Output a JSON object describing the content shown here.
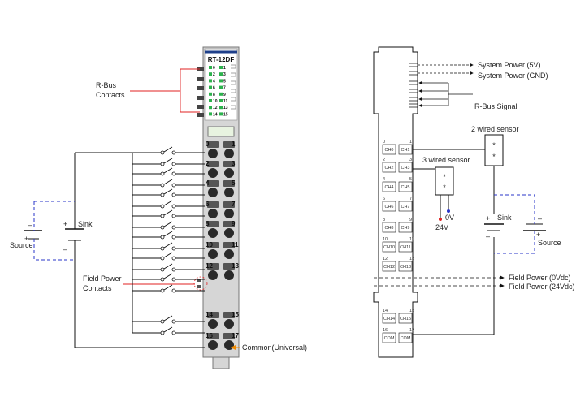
{
  "left": {
    "module_title": "RT-12DF",
    "led_labels": [
      "0",
      "1",
      "2",
      "3",
      "4",
      "5",
      "6",
      "7",
      "8",
      "9",
      "10",
      "11",
      "12",
      "13",
      "14",
      "15"
    ],
    "terminal_numbers": [
      "0",
      "1",
      "2",
      "3",
      "4",
      "5",
      "6",
      "7",
      "8",
      "9",
      "10",
      "11",
      "12",
      "13",
      "14",
      "15",
      "16",
      "17"
    ],
    "rbus_label_line1": "R-Bus",
    "rbus_label_line2": "Contacts",
    "field_power_line1": "Field Power",
    "field_power_line2": "Contacts",
    "sink_label": "Sink",
    "source_label": "Source",
    "plus": "+",
    "minus": "–",
    "common_label": "Common(Universal)"
  },
  "right": {
    "system_power_5v": "System Power (5V)",
    "system_power_gnd": "System Power (GND)",
    "rbus_signal": "R-Bus Signal",
    "two_wired_sensor": "2 wired sensor",
    "three_wired_sensor": "3 wired sensor",
    "zero_v": "0V",
    "v24": "24V",
    "sink_label": "Sink",
    "source_label": "Source",
    "field_power_0vdc": "Field Power (0Vdc)",
    "field_power_24vdc": "Field Power (24Vdc)",
    "sensor_dot": "*",
    "plus": "+",
    "minus": "–",
    "channel_numbers": [
      "0",
      "1",
      "2",
      "3",
      "4",
      "5",
      "6",
      "7",
      "8",
      "9",
      "10",
      "11",
      "12",
      "13",
      "14",
      "15",
      "16",
      "17"
    ],
    "channel_boxes": [
      "CH0",
      "CH1",
      "CH2",
      "CH3",
      "CH4",
      "CH5",
      "CH6",
      "CH7",
      "CH8",
      "CH9",
      "CH10",
      "CH11",
      "CH12",
      "CH13",
      "CH14",
      "CH15",
      "COM",
      "COM"
    ]
  },
  "colors": {
    "led_green": "#2bb24c",
    "title_blue": "#1e3f8a",
    "dash_blue": "#2a36c8",
    "leader_red": "#e02020",
    "arrow_orange": "#f08a00",
    "module_gray": "#d6d6d6"
  }
}
